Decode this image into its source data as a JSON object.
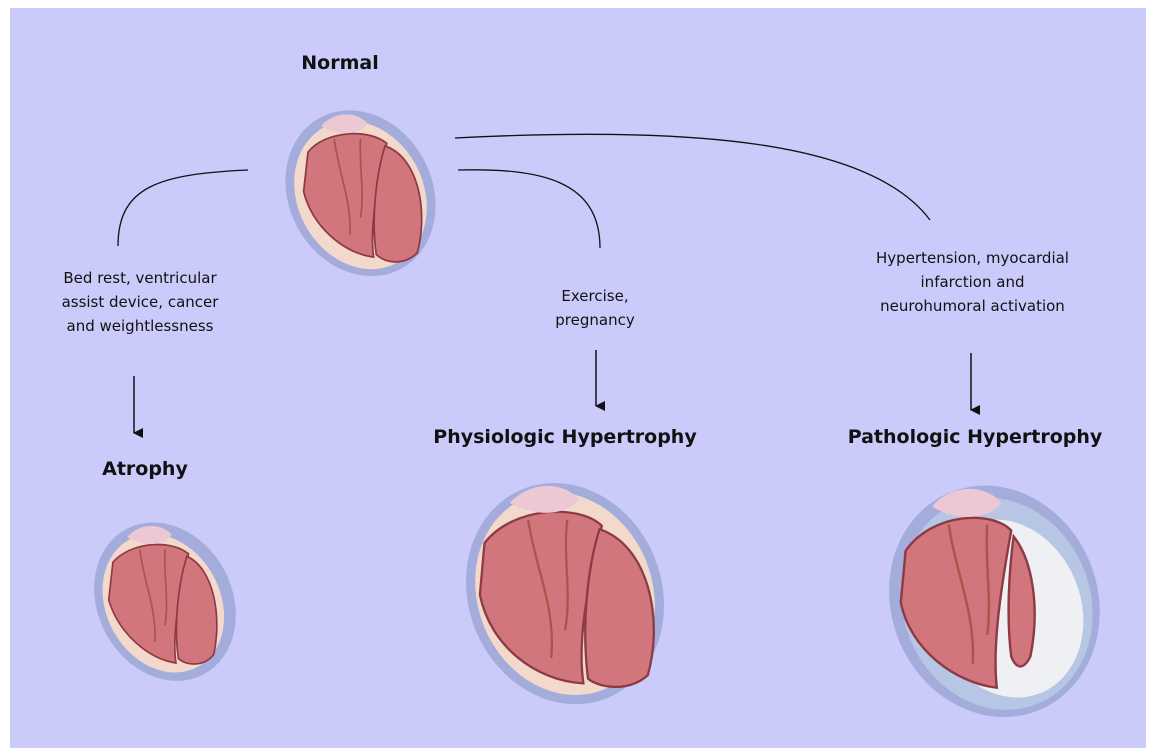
{
  "states": {
    "normal": "Normal",
    "atrophy": "Atrophy",
    "physiologic": "Physiologic Hypertrophy",
    "pathologic": "Pathologic Hypertrophy"
  },
  "causes": {
    "atrophy": [
      "Bed rest, ventricular",
      "assist device, cancer",
      "and weightlessness"
    ],
    "physiologic": [
      "Exercise,",
      "pregnancy"
    ],
    "pathologic": [
      "Hypertension, myocardial",
      "infarction and",
      "neurohumoral activation"
    ]
  },
  "colors": {
    "background": "#cbcbfb",
    "halo": "#9ea7d6",
    "myocardium": "#f2d9cc",
    "chamber": "#d2767e",
    "fibrosis": "#b7c6e4"
  },
  "icons": [
    "heart-illustration",
    "arrow-down-icon",
    "connector-line"
  ]
}
